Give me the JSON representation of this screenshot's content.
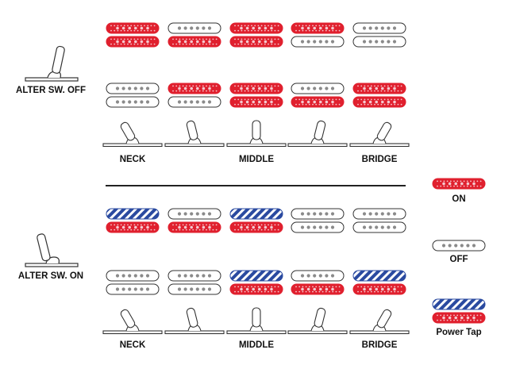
{
  "colors": {
    "on": "#e0202e",
    "off": "#ffffff",
    "tap": "#2a4aa0",
    "outline": "#333333",
    "dot_on": "#f4c9cf",
    "dot_off": "#8a8a8a"
  },
  "sections": [
    {
      "alter_label": "ALTER SW. OFF",
      "alter_icon": "lever-switch-icon",
      "position_labels": [
        "NECK",
        "",
        "MIDDLE",
        "",
        "BRIDGE"
      ],
      "rows": [
        [
          [
            "on",
            "on"
          ],
          [
            "off",
            "on"
          ],
          [
            "on",
            "on"
          ],
          [
            "on",
            "off"
          ],
          [
            "off",
            "off"
          ]
        ],
        [
          [
            "off",
            "off"
          ],
          [
            "on",
            "off"
          ],
          [
            "on",
            "on"
          ],
          [
            "off",
            "on"
          ],
          [
            "on",
            "on"
          ]
        ]
      ]
    },
    {
      "alter_label": "ALTER SW. ON",
      "alter_icon": "lever-switch-icon",
      "position_labels": [
        "NECK",
        "",
        "MIDDLE",
        "",
        "BRIDGE"
      ],
      "rows": [
        [
          [
            "tap",
            "on"
          ],
          [
            "off",
            "on"
          ],
          [
            "tap",
            "on"
          ],
          [
            "off",
            "off"
          ],
          [
            "off",
            "off"
          ]
        ],
        [
          [
            "off",
            "off"
          ],
          [
            "off",
            "off"
          ],
          [
            "tap",
            "on"
          ],
          [
            "off",
            "on"
          ],
          [
            "tap",
            "on"
          ]
        ]
      ]
    }
  ],
  "legend": [
    {
      "label": "ON",
      "coils": [
        "on"
      ]
    },
    {
      "label": "OFF",
      "coils": [
        "off"
      ]
    },
    {
      "label": "Power Tap",
      "coils": [
        "tap",
        "on"
      ]
    }
  ]
}
